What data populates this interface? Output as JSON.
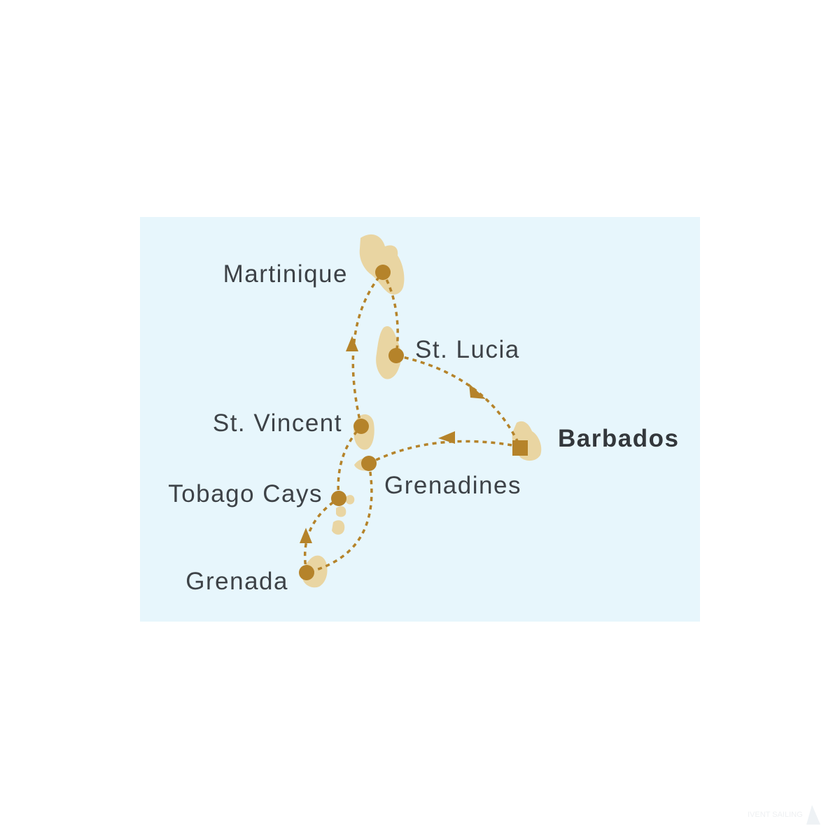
{
  "colors": {
    "sea": "#e7f6fc",
    "island": "#e9d5a2",
    "marker": "#b5832a",
    "route": "#b5832a",
    "label": "#3d4247"
  },
  "ports": [
    {
      "name": "Martinique",
      "marker": "circle"
    },
    {
      "name": "St. Lucia",
      "marker": "circle"
    },
    {
      "name": "Barbados",
      "marker": "square",
      "emphasis": "bold"
    },
    {
      "name": "Grenadines",
      "marker": "circle"
    },
    {
      "name": "Grenada",
      "marker": "circle"
    },
    {
      "name": "Tobago Cays",
      "marker": "circle"
    },
    {
      "name": "St. Vincent",
      "marker": "circle"
    }
  ],
  "route_order": [
    "Barbados",
    "Grenadines",
    "Grenada",
    "Tobago Cays",
    "St. Vincent",
    "Martinique",
    "St. Lucia",
    "Barbados"
  ],
  "watermark": "IVENT SAILING"
}
